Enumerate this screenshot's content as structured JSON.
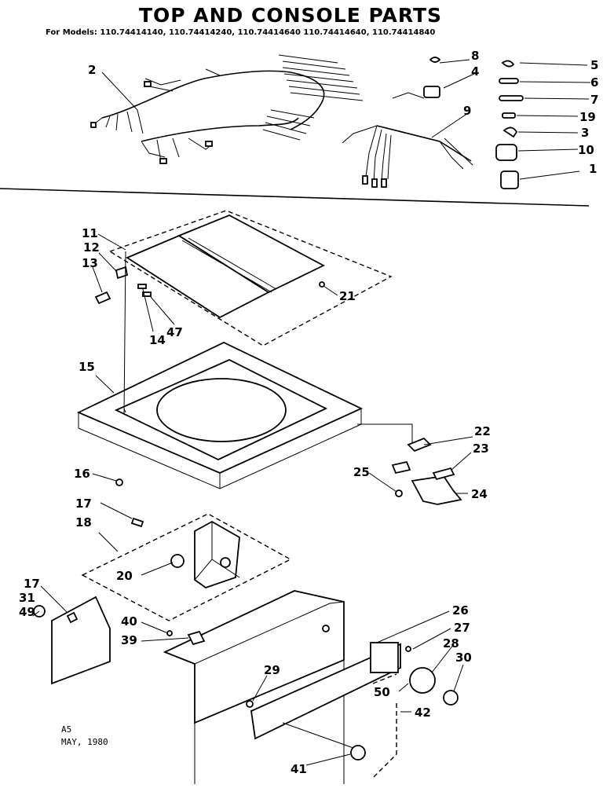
{
  "title": "TOP AND CONSOLE PARTS",
  "models_line": "For Models: 110.74414140, 110.74414240, 110.74414640 110.74414640, 110.74414840",
  "stamp": {
    "line1": "A5",
    "line2": "MAY, 1980"
  },
  "callouts": {
    "c1": "1",
    "c2": "2",
    "c3": "3",
    "c4": "4",
    "c5": "5",
    "c6": "6",
    "c7": "7",
    "c8": "8",
    "c9": "9",
    "c10": "10",
    "c11": "11",
    "c12": "12",
    "c13": "13",
    "c14": "14",
    "c15": "15",
    "c16": "16",
    "c17a": "17",
    "c17b": "17",
    "c18": "18",
    "c19": "19",
    "c20": "20",
    "c21": "21",
    "c22": "22",
    "c23": "23",
    "c24": "24",
    "c25": "25",
    "c26": "26",
    "c27": "27",
    "c28": "28",
    "c29": "29",
    "c30": "30",
    "c31": "31",
    "c39": "39",
    "c40": "40",
    "c41": "41",
    "c42": "42",
    "c47": "47",
    "c49": "49",
    "c50": "50"
  }
}
